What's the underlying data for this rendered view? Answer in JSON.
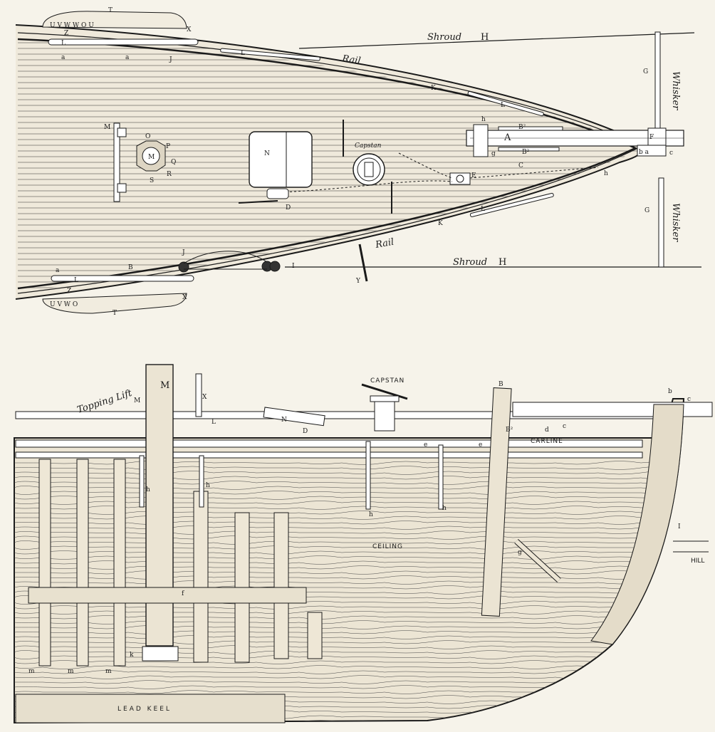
{
  "colors": {
    "paper": "#f6f3ea",
    "ink": "#1a1a1a",
    "wood": "#e9e2d2"
  },
  "plan": {
    "shroud_top": "Shroud",
    "shroud_bottom": "Shroud",
    "h_top": "H",
    "h_bottom": "H",
    "whisker_top": "Whisker",
    "whisker_bottom": "Whisker",
    "g_top": "G",
    "g_bottom": "G",
    "rail_top": "Rail",
    "rail_bottom": "Rail",
    "capstan": "Capstan",
    "n": "N",
    "m": "M",
    "m2": "M",
    "o": "O",
    "p": "P",
    "q": "Q",
    "r": "R",
    "s": "S",
    "a_big": "A",
    "b2_1": "B²",
    "b2_2": "B²",
    "b_a": "b a",
    "c": "c",
    "c2": "C",
    "d": "D",
    "e": "E",
    "f": "F",
    "g_small": "g",
    "h_small": "h",
    "h_small2": "h",
    "j_top": "J",
    "j_bottom": "J",
    "k_top": "K",
    "k_bottom": "K",
    "l_top1": "L",
    "l_top2": "L",
    "l_top3": "L",
    "l_bottom1": "L",
    "l_bottom2": "L",
    "a1": "a",
    "a2": "a",
    "a3": "a",
    "z_top": "Z",
    "z_bottom": "Z",
    "x_top": "X",
    "x_bottom": "X",
    "y": "Y",
    "b_small": "B",
    "i_small": "I",
    "chain_top": "U  V  W  W  O    U",
    "t_top": "T",
    "chain_bottom": "U  V  W  O",
    "t_bottom": "T"
  },
  "elevation": {
    "topping_lift": "Topping Lift",
    "capstan": "CAPSTAN",
    "carline": "CARLINE",
    "ceiling": "CEILING",
    "lead_keel": "LEAD KEEL",
    "hill": "HILL",
    "m": "M",
    "m_top": "M",
    "x": "X",
    "b": "B",
    "b_small": "b",
    "c": "c",
    "l": "L",
    "n": "N",
    "d": "D",
    "b2": "B²",
    "d2": "d",
    "c2": "c",
    "e1": "e",
    "e2": "e",
    "h1": "h",
    "h2": "h",
    "h3": "h",
    "h4": "h",
    "g": "g",
    "f": "f",
    "k": "k",
    "i": "I",
    "m1": "m",
    "m2": "m",
    "m3": "m"
  }
}
